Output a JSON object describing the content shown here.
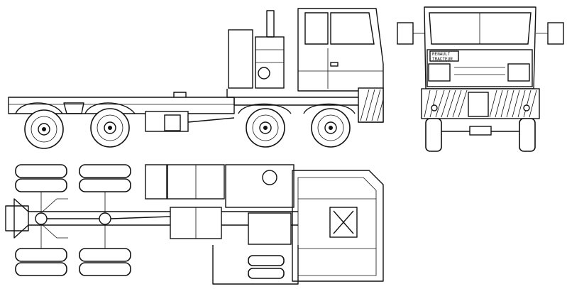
{
  "drawing": {
    "views": [
      "side",
      "front",
      "top"
    ],
    "front_plate_lines": [
      "RENAULT",
      "TRACTEUR"
    ],
    "colors": {
      "ink": "#111111",
      "paper": "#ffffff"
    }
  }
}
